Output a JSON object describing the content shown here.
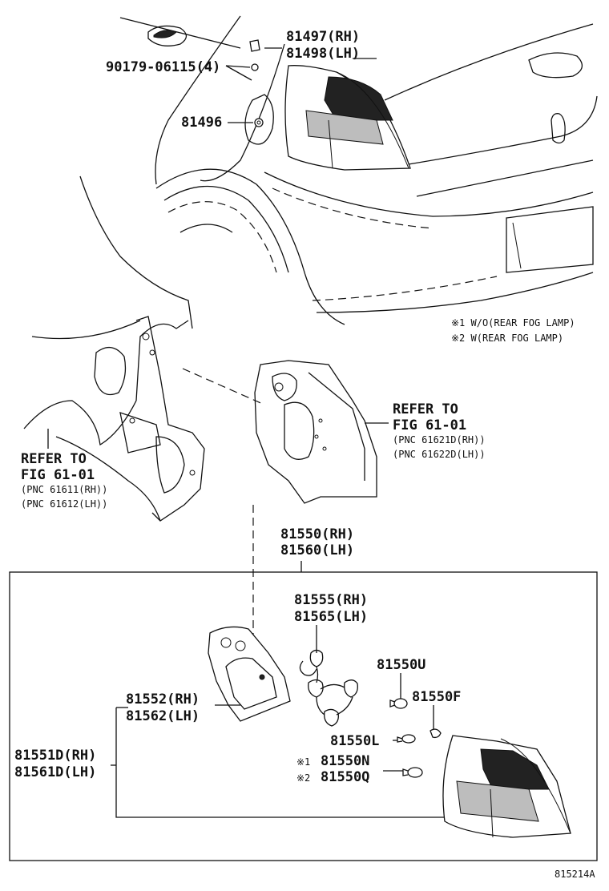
{
  "labels": {
    "p81497": "81497(RH)",
    "p81498": "81498(LH)",
    "p90179": "90179-06115(4)",
    "p81496": "81496",
    "note1": "※1 W/O(REAR FOG LAMP)",
    "note2": "※2 W(REAR FOG LAMP)",
    "refer_right_1": "REFER TO",
    "refer_right_2": "FIG 61-01",
    "refer_right_3": "(PNC 61621D(RH))",
    "refer_right_4": "(PNC 61622D(LH))",
    "refer_left_1": "REFER TO",
    "refer_left_2": "FIG 61-01",
    "refer_left_3": "(PNC 61611(RH))",
    "refer_left_4": "(PNC 61612(LH))",
    "p81550": "81550(RH)",
    "p81560": "81560(LH)",
    "p81555": "81555(RH)",
    "p81565": "81565(LH)",
    "p81550U": "81550U",
    "p81550F": "81550F",
    "p81552": "81552(RH)",
    "p81562": "81562(LH)",
    "p81550L": "81550L",
    "p81551D": "81551D(RH)",
    "p81561D": "81561D(LH)",
    "mark1": "※1",
    "p81550N": "81550N",
    "mark2": "※2",
    "p81550Q": "81550Q",
    "figure_code": "815214A"
  }
}
